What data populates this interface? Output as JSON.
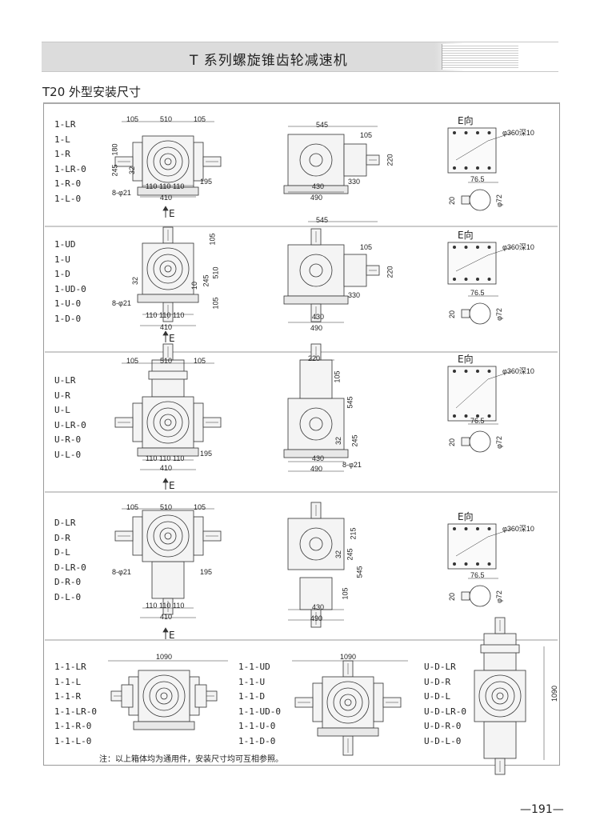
{
  "header": {
    "title": "T 系列螺旋锥齿轮减速机"
  },
  "section_title": "T20 外型安装尺寸",
  "rows": [
    {
      "models": [
        "1-LR",
        "1-L",
        "1-R",
        "1-LR-0",
        "1-R-0",
        "1-L-0"
      ],
      "front": {
        "dims": [
          "105",
          "510",
          "105",
          "180",
          "245",
          "32",
          "8-φ21",
          "110",
          "110",
          "110",
          "195",
          "410"
        ],
        "arrow": "E"
      },
      "side": {
        "dims": [
          "545",
          "105",
          "220",
          "330",
          "430",
          "490"
        ]
      },
      "eview": {
        "label": "E向",
        "bore": "φ360深10",
        "key_width": "76.5",
        "key_len": "20",
        "shaft_dia": "φ72"
      }
    },
    {
      "models": [
        "1-UD",
        "1-U",
        "1-D",
        "1-UD-0",
        "1-U-0",
        "1-D-0"
      ],
      "front": {
        "dims": [
          "105",
          "32",
          "10",
          "245",
          "510",
          "105",
          "8-φ21",
          "110",
          "110",
          "110",
          "410"
        ],
        "arrow": "E"
      },
      "side": {
        "dims": [
          "545",
          "105",
          "220",
          "330",
          "430",
          "490"
        ]
      },
      "eview": {
        "label": "E向",
        "bore": "φ360深10",
        "key_width": "76.5",
        "key_len": "20",
        "shaft_dia": "φ72"
      }
    },
    {
      "models": [
        "U-LR",
        "U-R",
        "U-L",
        "U-LR-0",
        "U-R-0",
        "U-L-0"
      ],
      "front": {
        "dims": [
          "105",
          "510",
          "105",
          "110",
          "110",
          "110",
          "195",
          "410"
        ],
        "arrow": "E"
      },
      "side": {
        "dims": [
          "220",
          "105",
          "545",
          "32",
          "245",
          "8-φ21",
          "430",
          "490"
        ]
      },
      "eview": {
        "label": "E向",
        "bore": "φ360深10",
        "key_width": "76.5",
        "key_len": "20",
        "shaft_dia": "φ72"
      }
    },
    {
      "models": [
        "D-LR",
        "D-R",
        "D-L",
        "D-LR-0",
        "D-R-0",
        "D-L-0"
      ],
      "front": {
        "dims": [
          "105",
          "510",
          "105",
          "8-φ21",
          "195",
          "110",
          "110",
          "110",
          "410"
        ],
        "arrow": "E"
      },
      "side": {
        "dims": [
          "215",
          "32",
          "245",
          "545",
          "105",
          "430",
          "490"
        ]
      },
      "eview": {
        "label": "E向",
        "bore": "φ360深10",
        "key_width": "76.5",
        "key_len": "20",
        "shaft_dia": "φ72"
      }
    }
  ],
  "bottom": [
    {
      "models": [
        "1-1-LR",
        "1-1-L",
        "1-1-R",
        "1-1-LR-0",
        "1-1-R-0",
        "1-1-L-0"
      ],
      "dim": "1090"
    },
    {
      "models": [
        "1-1-UD",
        "1-1-U",
        "1-1-D",
        "1-1-UD-0",
        "1-1-U-0",
        "1-1-D-0"
      ],
      "dim": "1090"
    },
    {
      "models": [
        "U-D-LR",
        "U-D-R",
        "U-D-L",
        "U-D-LR-0",
        "U-D-R-0",
        "U-D-L-0"
      ],
      "dim": "1090"
    }
  ],
  "note": "注：以上箱体均为通用件，安装尺寸均可互相参照。",
  "page_number": "—191—"
}
